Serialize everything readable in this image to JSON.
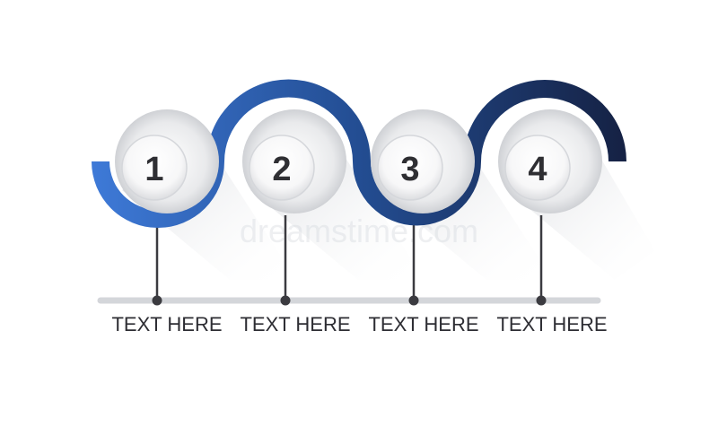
{
  "colors": {
    "wave_start": "#3e7ad8",
    "wave_mid": "#234d92",
    "wave_end": "#152143",
    "timeline": "#d4d6da",
    "stem": "#3b3b40",
    "number_text": "#2f2f33",
    "label_text": "#2d2d33"
  },
  "watermark": "dreamstime.com",
  "steps": [
    {
      "number": "1",
      "label": "TEXT HERE"
    },
    {
      "number": "2",
      "label": "TEXT HERE"
    },
    {
      "number": "3",
      "label": "TEXT HERE"
    },
    {
      "number": "4",
      "label": "TEXT HERE"
    }
  ]
}
